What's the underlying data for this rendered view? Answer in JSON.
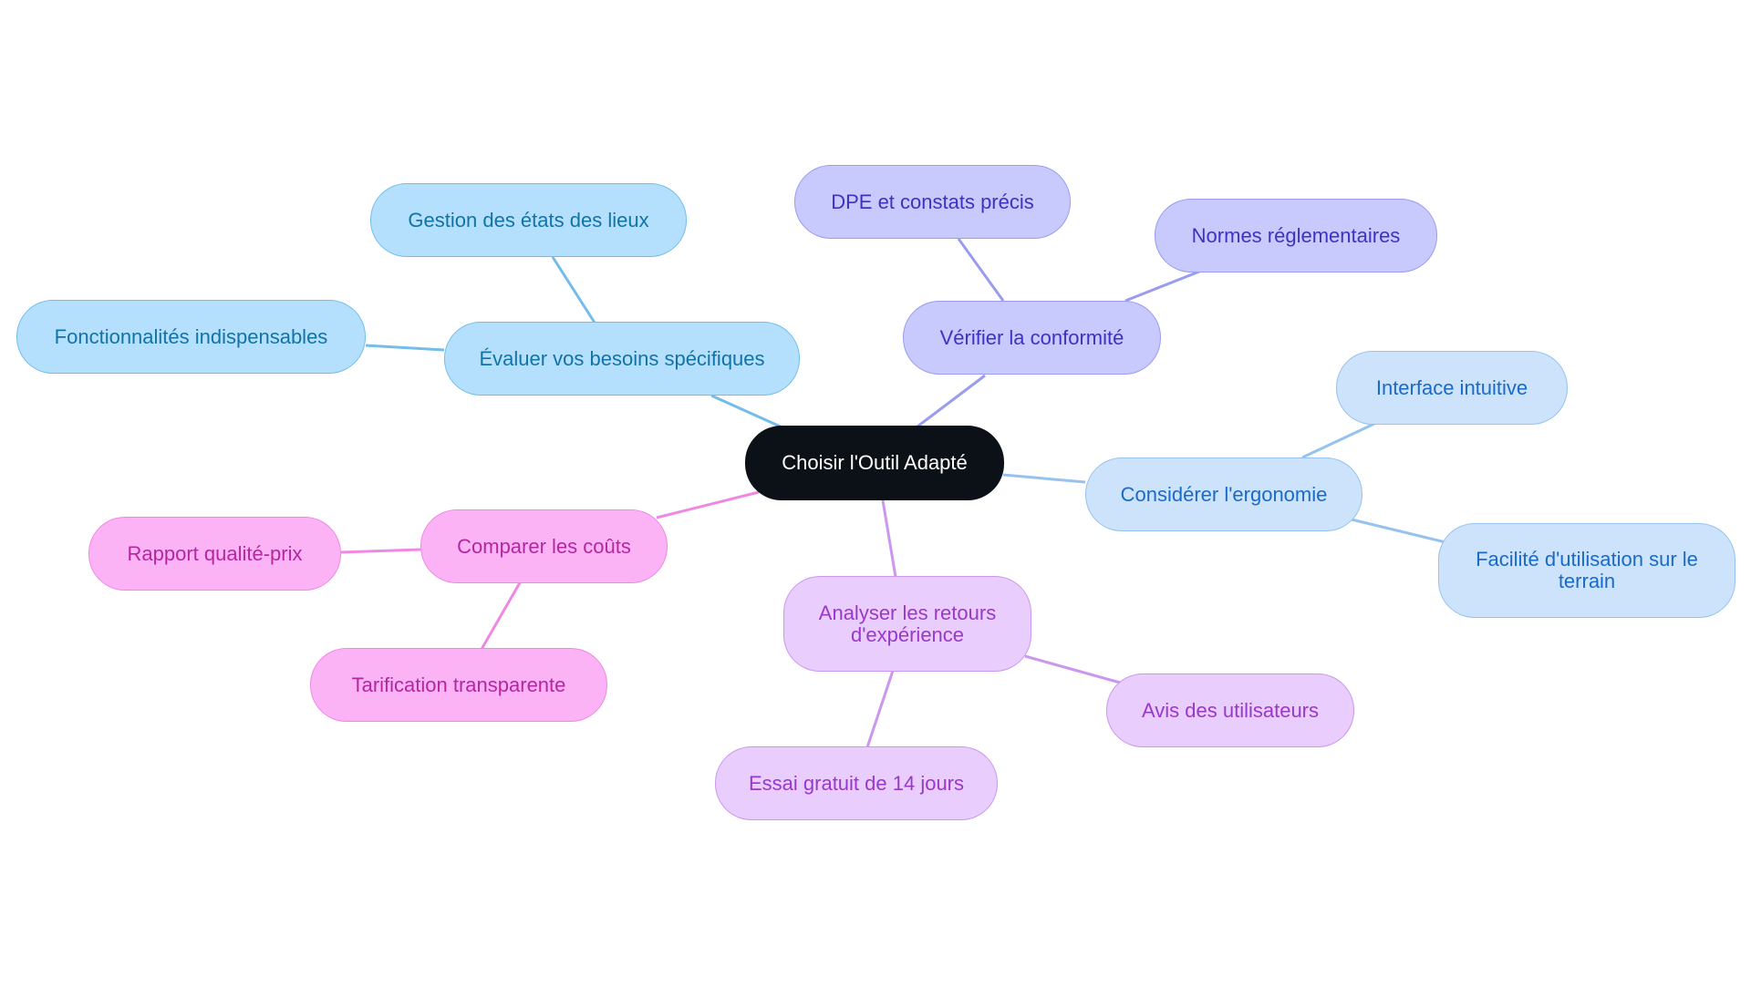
{
  "root": {
    "label": "Choisir l'Outil Adapté"
  },
  "branches": {
    "besoins": {
      "label": "Évaluer vos besoins spécifiques",
      "children": [
        "Gestion des états des lieux",
        "Fonctionnalités indispensables"
      ]
    },
    "conformite": {
      "label": "Vérifier la conformité",
      "children": [
        "DPE et constats précis",
        "Normes réglementaires"
      ]
    },
    "ergonomie": {
      "label": "Considérer l'ergonomie",
      "children": [
        "Interface intuitive",
        "Facilité d'utilisation sur le terrain"
      ]
    },
    "retours": {
      "label": "Analyser les retours d'expérience",
      "children": [
        "Avis des utilisateurs",
        "Essai gratuit de 14 jours"
      ]
    },
    "couts": {
      "label": "Comparer les coûts",
      "children": [
        "Rapport qualité-prix",
        "Tarification transparente"
      ]
    }
  },
  "colors": {
    "root": "#0c1118",
    "besoins": "#74bdea",
    "conformite": "#9a9cef",
    "ergonomie": "#95c2ee",
    "retours": "#cb96ef",
    "couts": "#ef88e3"
  }
}
